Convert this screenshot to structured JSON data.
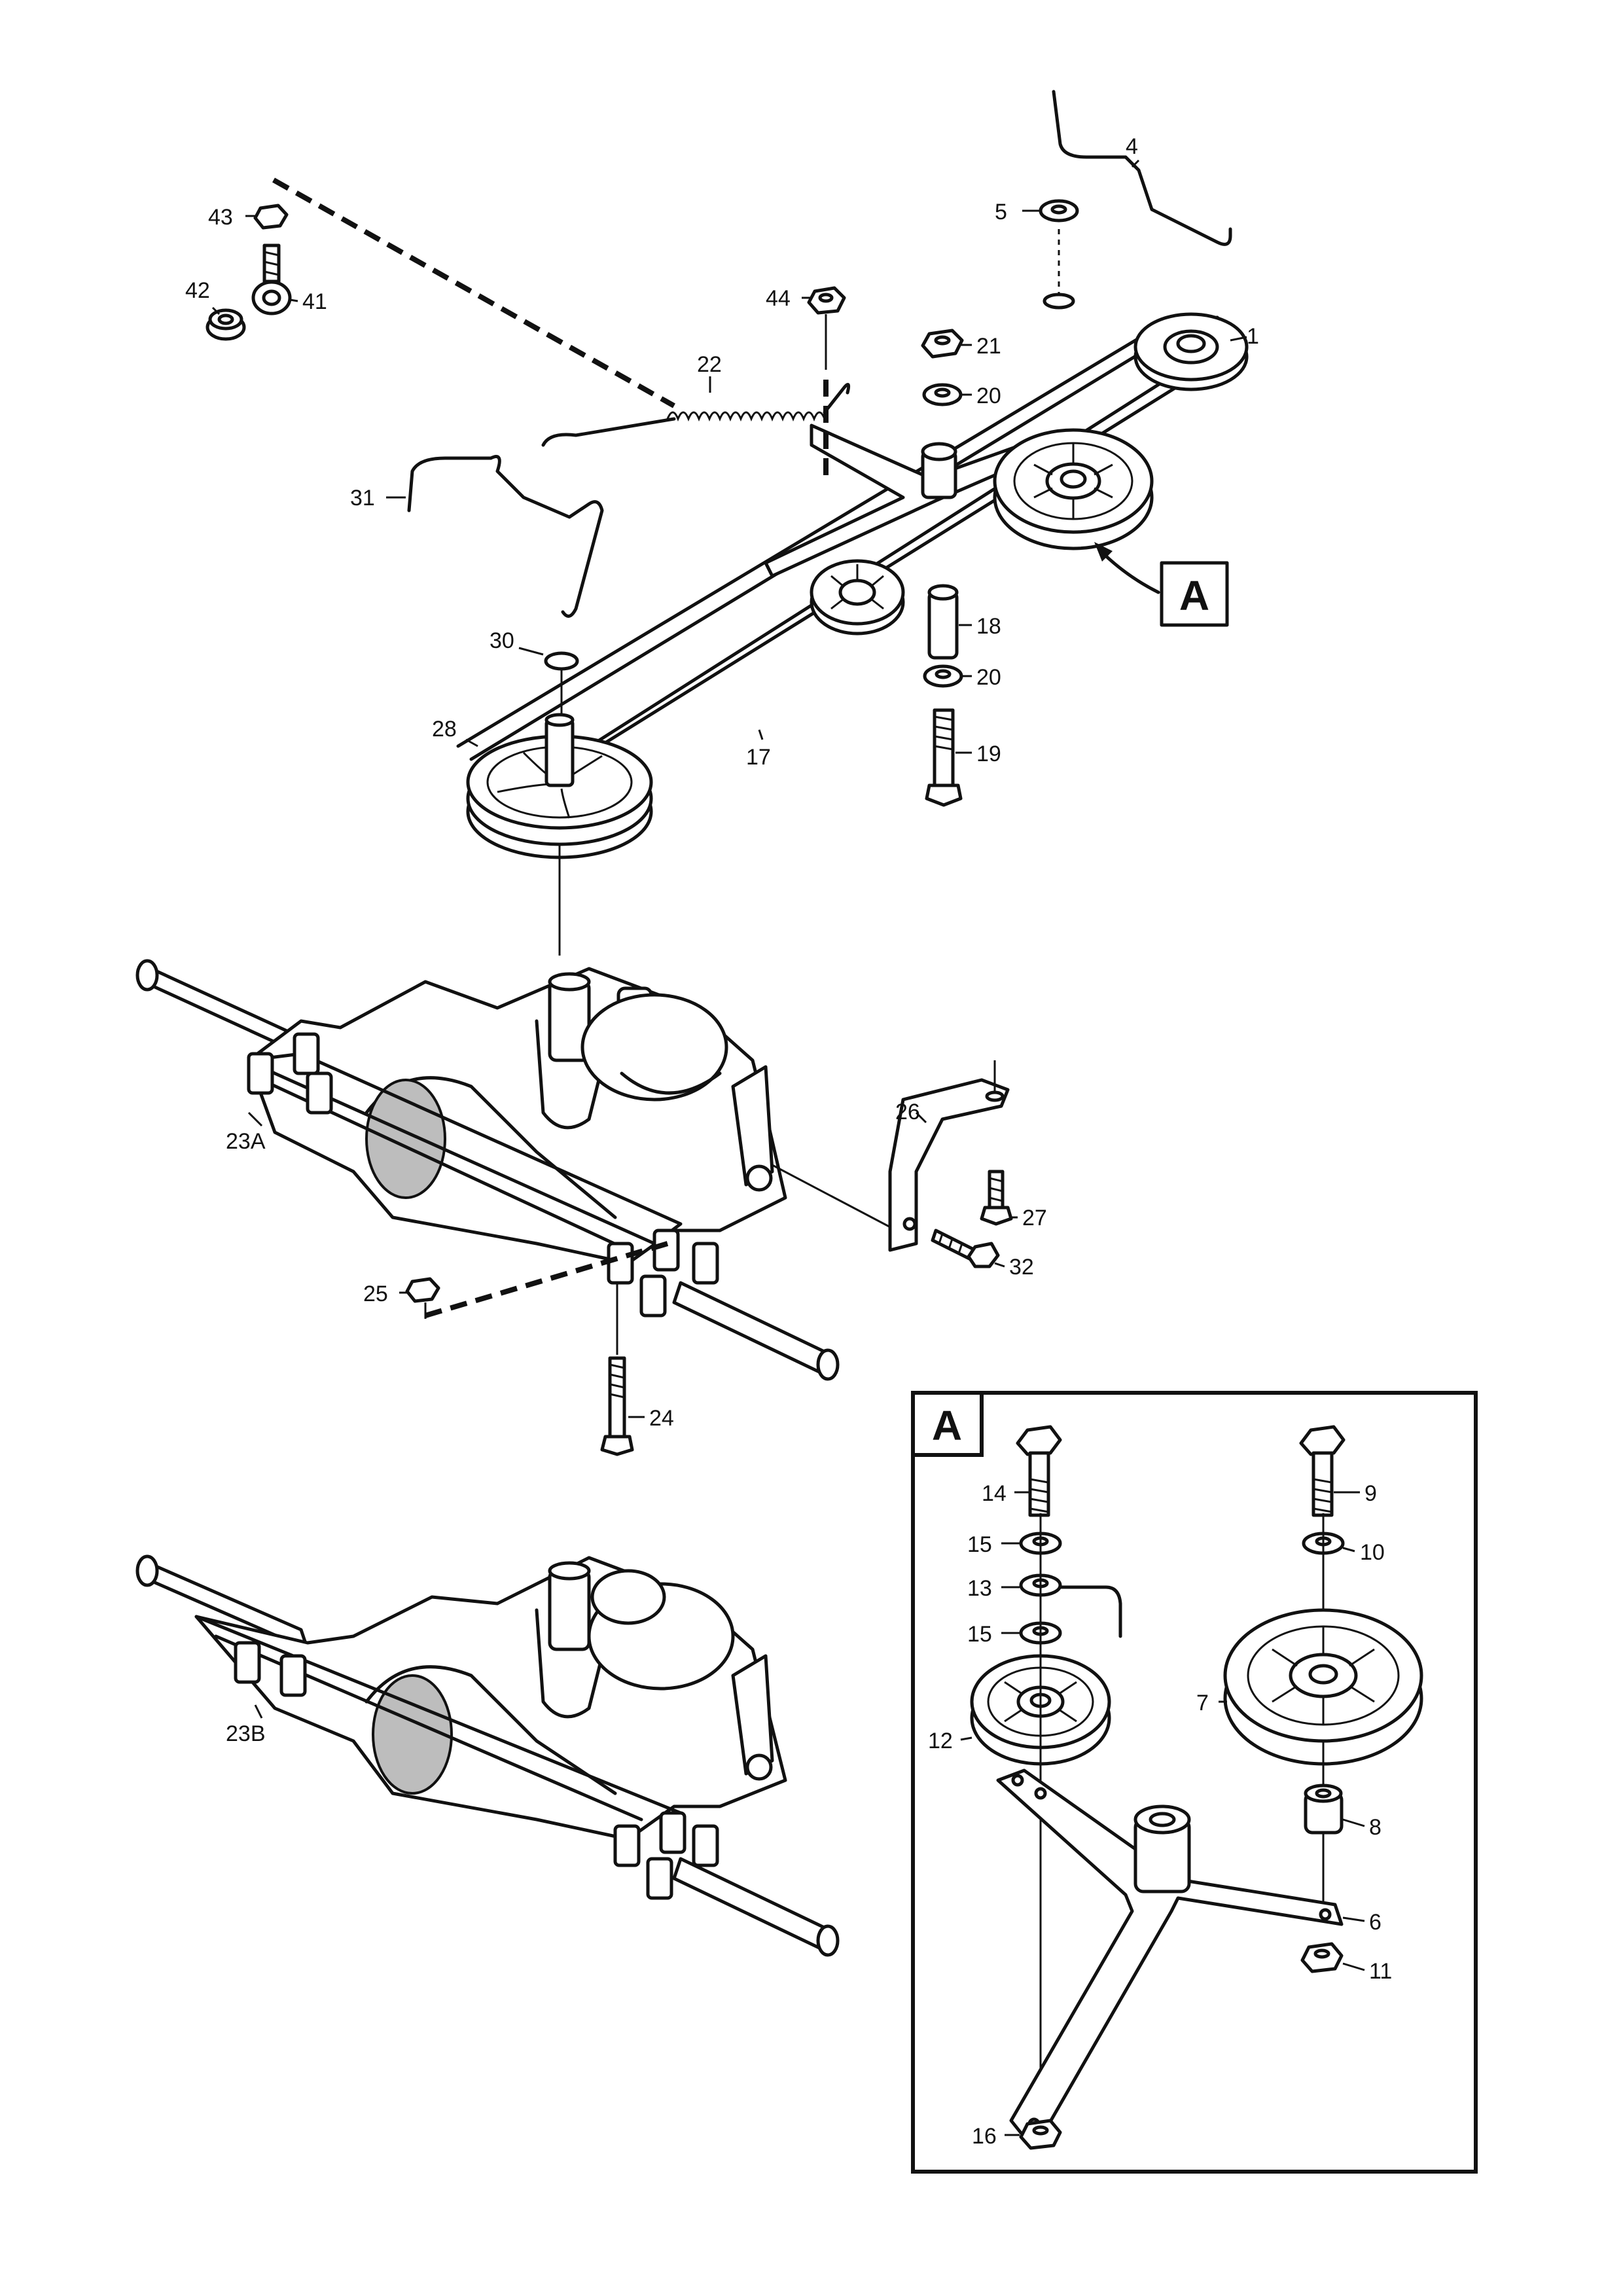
{
  "callouts": {
    "l1": "1",
    "l4": "4",
    "l5": "5",
    "l21": "21",
    "l20a": "20",
    "l44": "44",
    "l22": "22",
    "l43": "43",
    "l42": "42",
    "l41": "41",
    "l31": "31",
    "l30": "30",
    "l18": "18",
    "l20b": "20",
    "l19": "19",
    "l17": "17",
    "l28": "28",
    "l23a": "23A",
    "l26": "26",
    "l27": "27",
    "l32": "32",
    "l25": "25",
    "l24": "24",
    "l23b": "23B",
    "l14": "14",
    "l9": "9",
    "l15a": "15",
    "l10": "10",
    "l13": "13",
    "l15b": "15",
    "l7": "7",
    "l12": "12",
    "l8": "8",
    "l6": "6",
    "l11": "11",
    "l16": "16"
  },
  "detail": {
    "marker_label": "A",
    "box_label": "A"
  },
  "colors": {
    "line": "#111111",
    "shade": "#bdbdbd",
    "background": "#ffffff"
  }
}
